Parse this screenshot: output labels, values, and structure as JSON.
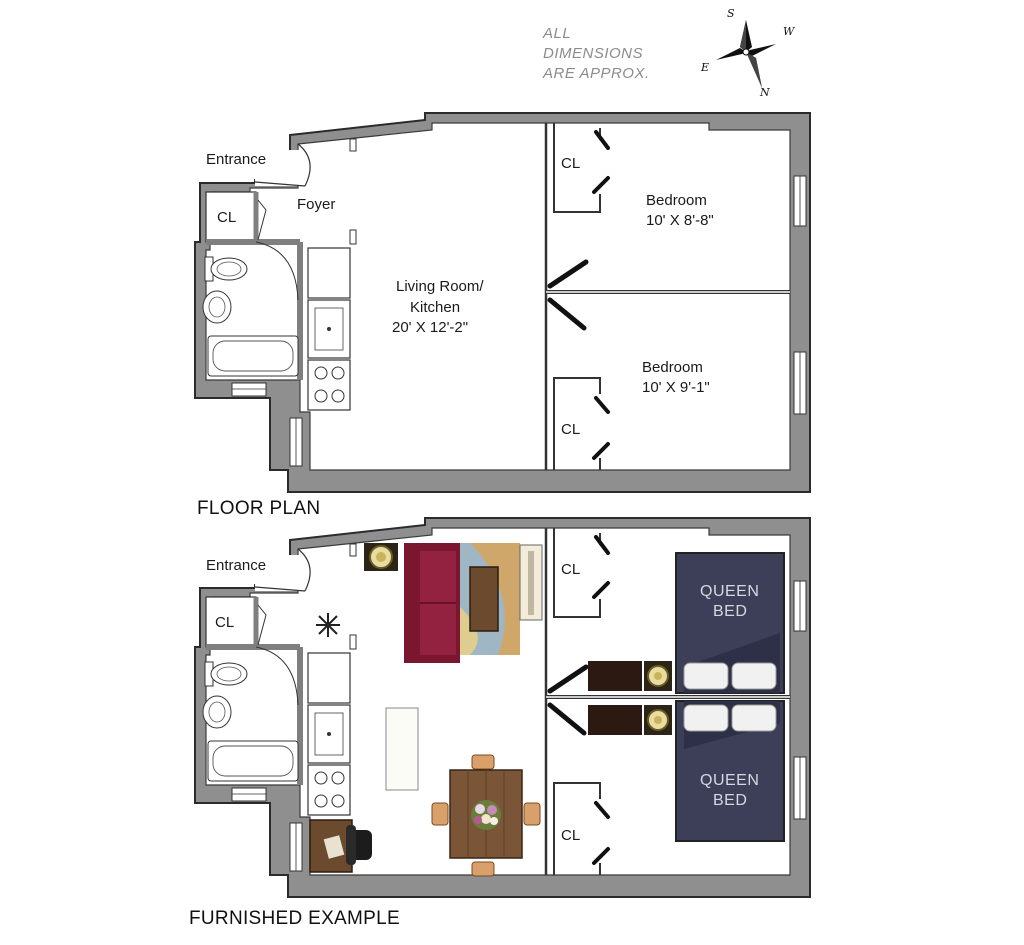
{
  "note": {
    "line1": "ALL",
    "line2": "DIMENSIONS",
    "line3": "ARE APPROX."
  },
  "compass": {
    "s": "S",
    "w": "W",
    "e": "E",
    "n": "N"
  },
  "floor_plan": {
    "caption": "FLOOR PLAN",
    "entrance": "Entrance",
    "foyer": "Foyer",
    "closet_bath": "CL",
    "closet_top": "CL",
    "closet_bottom": "CL",
    "living_line1": "Living Room/",
    "living_line2": "Kitchen",
    "living_dims": "20' X 12'-2\"",
    "bedroom1_name": "Bedroom",
    "bedroom1_dims": "10' X 8'-8\"",
    "bedroom2_name": "Bedroom",
    "bedroom2_dims": "10' X 9'-1\""
  },
  "furnished": {
    "caption": "FURNISHED EXAMPLE",
    "entrance": "Entrance",
    "closet_bath": "CL",
    "closet_top": "CL",
    "closet_bottom": "CL",
    "bed1_line1": "QUEEN",
    "bed1_line2": "BED",
    "bed2_line1": "QUEEN",
    "bed2_line2": "BED"
  },
  "colors": {
    "wall": "#8f8f8f",
    "wall_outline": "#2b2b2b",
    "sofa": "#7a1630",
    "rug": "#9fb7c4",
    "bed": "#3c3f57",
    "wood": "#6b4a2e",
    "table": "#7a5538"
  }
}
